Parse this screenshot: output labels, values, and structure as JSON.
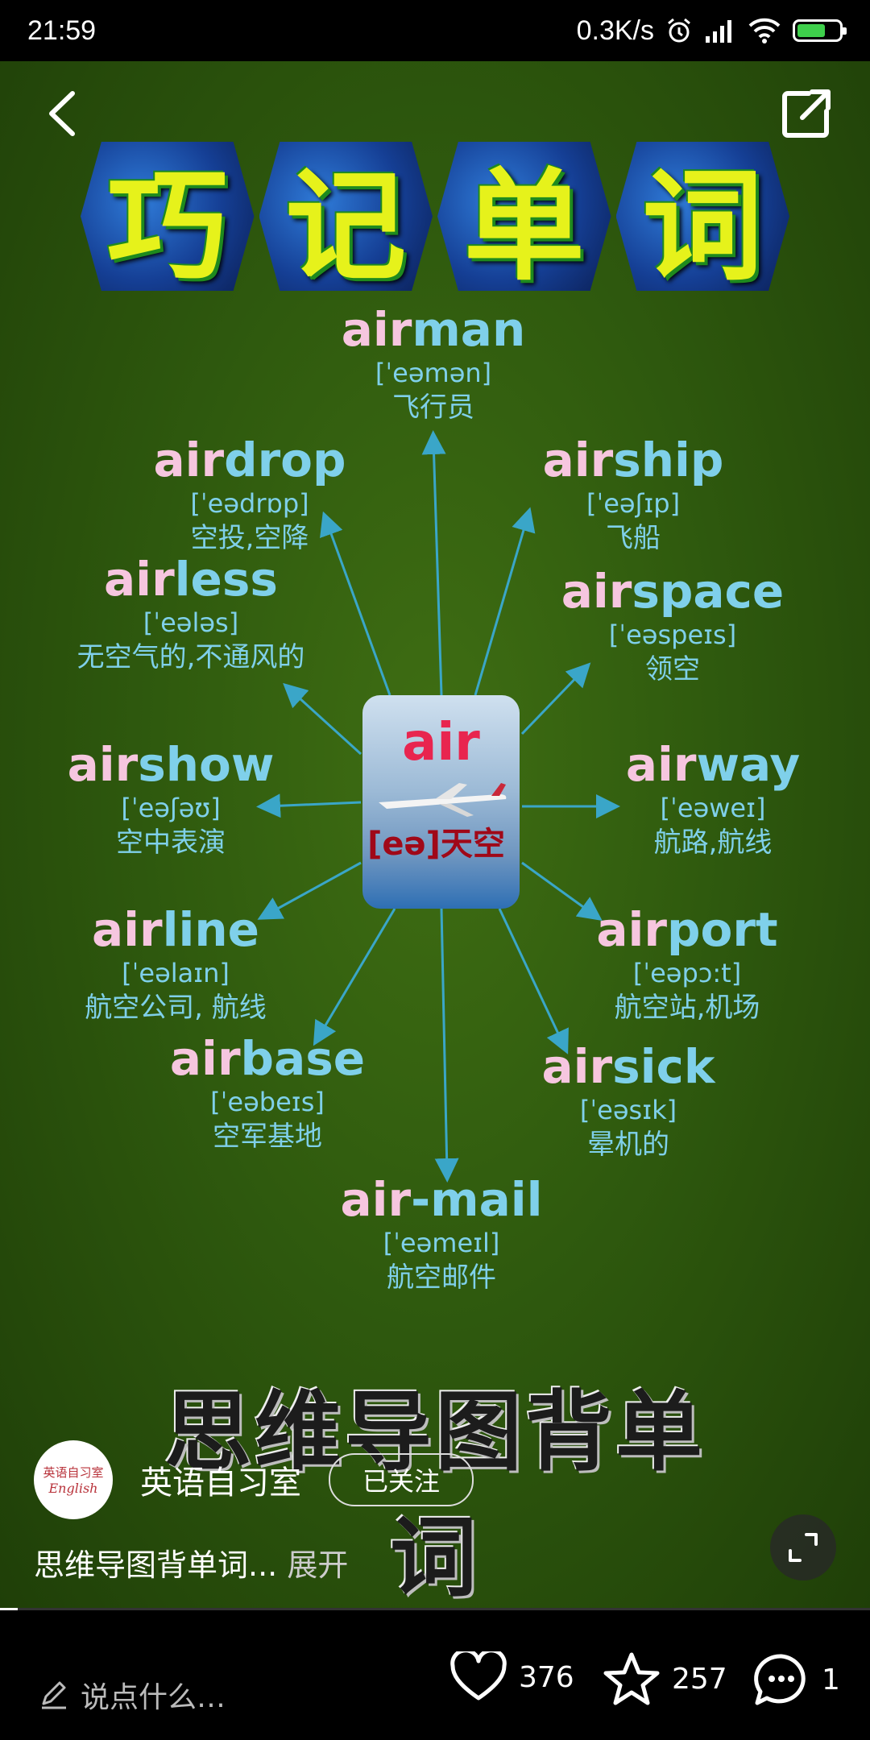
{
  "status_bar": {
    "time": "21:59",
    "speed": "0.3K/s"
  },
  "video": {
    "banner_chars": [
      "巧",
      "记",
      "单",
      "词"
    ],
    "center": {
      "word": "air",
      "info": "[eə]天空"
    },
    "words": [
      {
        "prefix": "air",
        "suffix": "man",
        "ipa": "[ˈeəmən]",
        "meaning": "飞行员"
      },
      {
        "prefix": "air",
        "suffix": "drop",
        "ipa": "[ˈeədrɒp]",
        "meaning": "空投,空降"
      },
      {
        "prefix": "air",
        "suffix": "ship",
        "ipa": "[ˈeəʃɪp]",
        "meaning": "飞船"
      },
      {
        "prefix": "air",
        "suffix": "less",
        "ipa": "[ˈeələs]",
        "meaning": "无空气的,不通风的"
      },
      {
        "prefix": "air",
        "suffix": "space",
        "ipa": "[ˈeəspeɪs]",
        "meaning": "领空"
      },
      {
        "prefix": "air",
        "suffix": "show",
        "ipa": "[ˈeəʃəʊ]",
        "meaning": "空中表演"
      },
      {
        "prefix": "air",
        "suffix": "way",
        "ipa": "[ˈeəweɪ]",
        "meaning": "航路,航线"
      },
      {
        "prefix": "air",
        "suffix": "line",
        "ipa": "[ˈeəlaɪn]",
        "meaning": "航空公司, 航线"
      },
      {
        "prefix": "air",
        "suffix": "port",
        "ipa": "[ˈeəpɔ:t]",
        "meaning": "航空站,机场"
      },
      {
        "prefix": "air",
        "suffix": "base",
        "ipa": "[ˈeəbeɪs]",
        "meaning": "空军基地"
      },
      {
        "prefix": "air",
        "suffix": "sick",
        "ipa": "[ˈeəsɪk]",
        "meaning": "晕机的"
      },
      {
        "prefix": "air",
        "suffix": "-mail",
        "ipa": "[ˈeəmeɪl]",
        "meaning": "航空邮件"
      }
    ],
    "caption": "思维导图背单词",
    "author": {
      "avatar_line1": "英语自习室",
      "avatar_line2": "English",
      "name": "英语自习室",
      "follow_label": "已关注"
    },
    "description": {
      "text": "思维导图背单词...",
      "more": "展开"
    },
    "progress": 0.02
  },
  "bottom_bar": {
    "comment_placeholder": "说点什么…",
    "likes": "376",
    "favorites": "257",
    "comments": "1"
  },
  "colors": {
    "prefix": "#f6c6df",
    "suffix": "#7fd0ea",
    "background": "#2f5a0e",
    "center_word": "#e8254f"
  },
  "icons": [
    "back-icon",
    "share-icon",
    "fullscreen-icon",
    "pencil-icon",
    "heart-icon",
    "star-icon",
    "comment-icon",
    "alarm-icon",
    "signal-icon",
    "wifi-icon",
    "battery-icon"
  ]
}
